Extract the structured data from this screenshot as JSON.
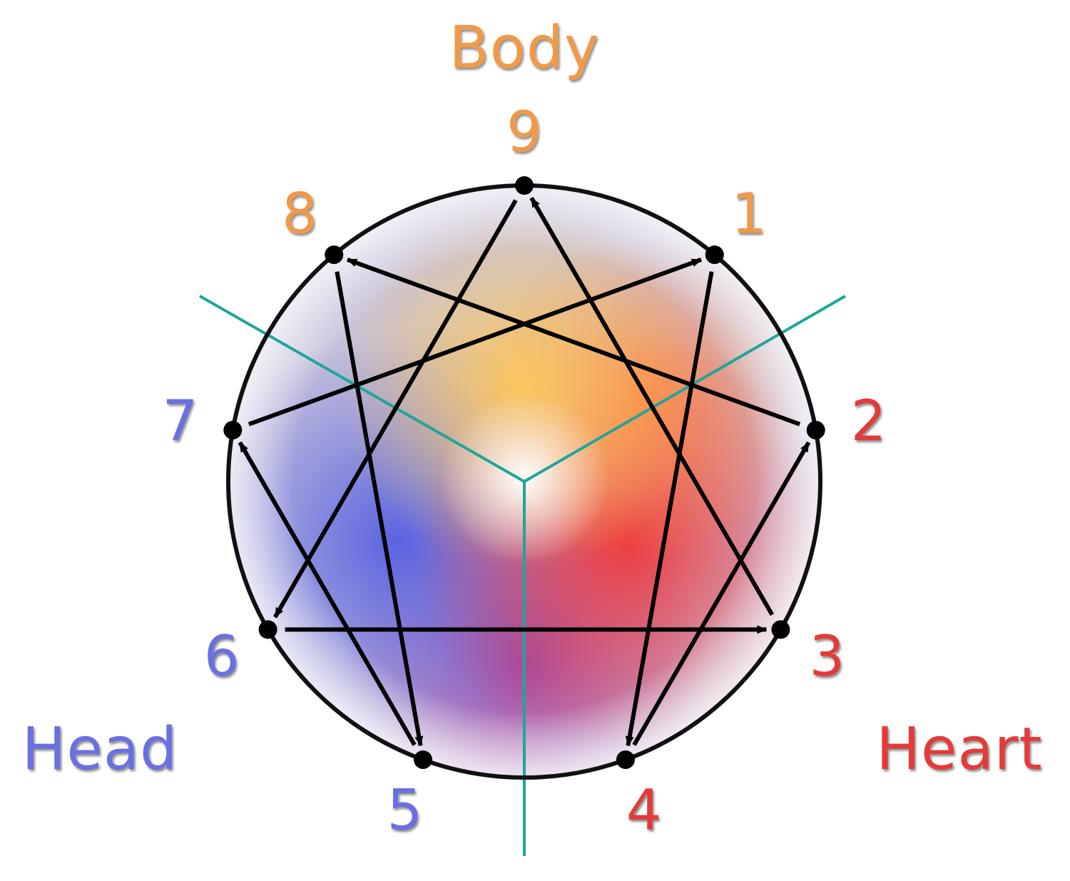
{
  "groups": {
    "body": {
      "label": "Body",
      "color": "#f0994a"
    },
    "head": {
      "label": "Head",
      "color": "#6a6fe0"
    },
    "heart": {
      "label": "Heart",
      "color": "#e33b3b"
    }
  },
  "points": [
    {
      "label": "9",
      "group": "body"
    },
    {
      "label": "1",
      "group": "body"
    },
    {
      "label": "2",
      "group": "heart"
    },
    {
      "label": "3",
      "group": "heart"
    },
    {
      "label": "4",
      "group": "heart"
    },
    {
      "label": "5",
      "group": "head"
    },
    {
      "label": "6",
      "group": "head"
    },
    {
      "label": "7",
      "group": "head"
    },
    {
      "label": "8",
      "group": "body"
    }
  ],
  "arrows": [
    {
      "from": "9",
      "to": "6"
    },
    {
      "from": "6",
      "to": "3"
    },
    {
      "from": "3",
      "to": "9"
    },
    {
      "from": "1",
      "to": "4"
    },
    {
      "from": "4",
      "to": "2"
    },
    {
      "from": "2",
      "to": "8"
    },
    {
      "from": "8",
      "to": "5"
    },
    {
      "from": "5",
      "to": "7"
    },
    {
      "from": "7",
      "to": "1"
    }
  ],
  "colors": {
    "circle_stroke": "#111111",
    "divider": "#1fa59a",
    "arrow": "#000000",
    "zone_body": "#fbc65e",
    "zone_heart": "#ec3a3f",
    "zone_head": "#5a63e0",
    "zone_bottom": "#a23aa0"
  }
}
